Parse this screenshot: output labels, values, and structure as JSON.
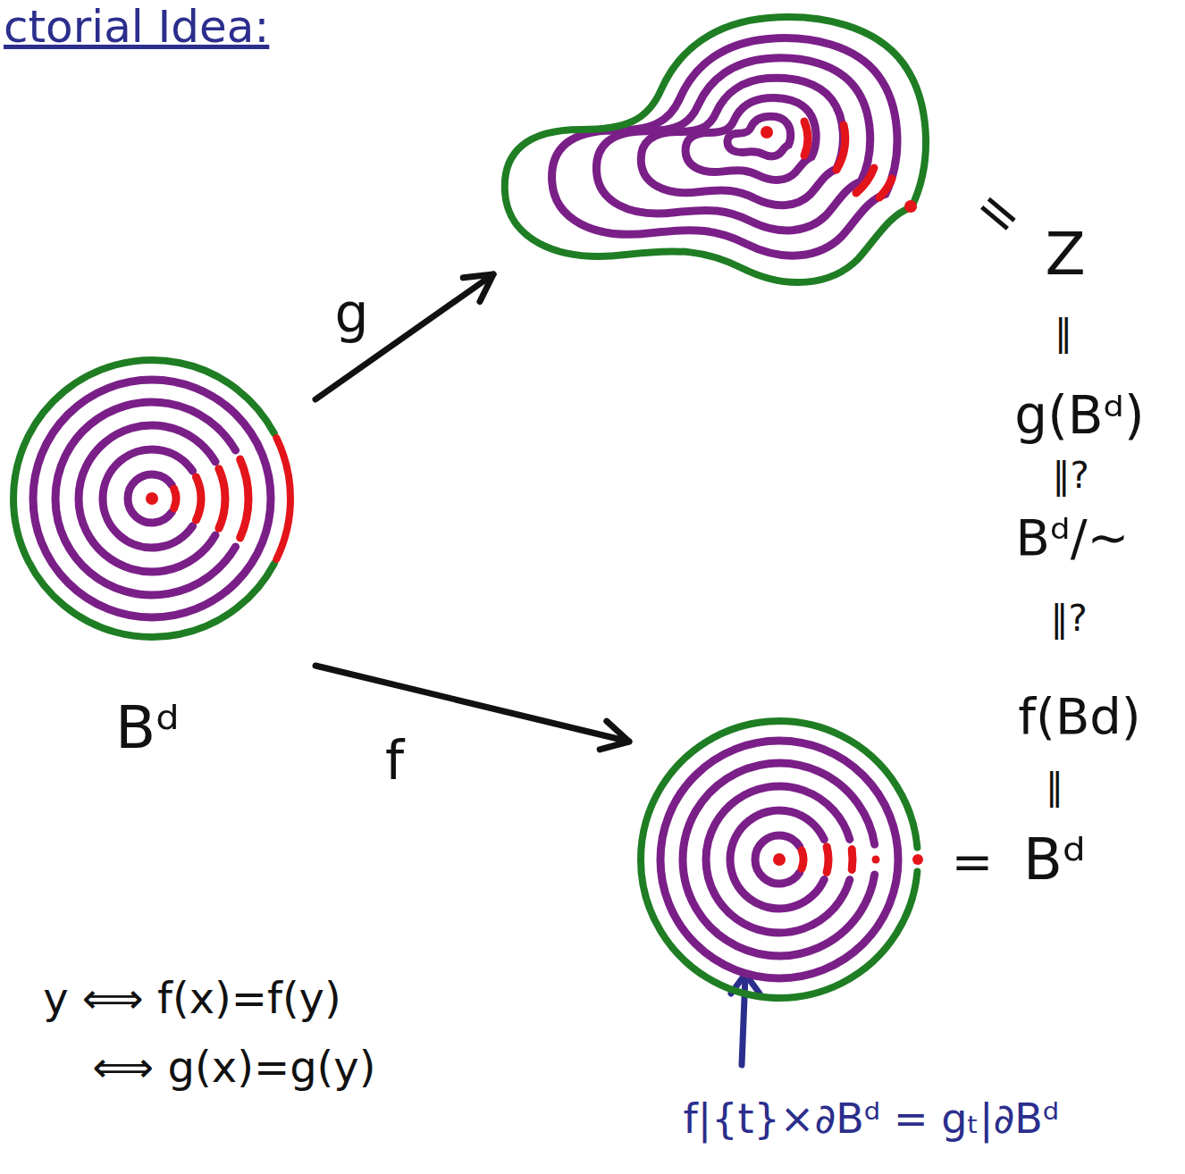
{
  "diagram": {
    "title": "ctorial Idea:",
    "nodes": [
      {
        "text": [
          "Bᵈ"
        ]
      },
      {
        "text": [
          "Z"
        ]
      },
      {
        "text": [
          "Bᵈ"
        ]
      }
    ],
    "edges": [
      {
        "from": 0,
        "to": 1,
        "arrow": "to",
        "label": "g"
      },
      {
        "from": 0,
        "to": 2,
        "arrow": "to",
        "label": "f"
      }
    ],
    "labels": [
      "=",
      "‖",
      "g(Bᵈ)",
      "‖?",
      "Bᵈ/∼",
      "‖?",
      "f(Bd)",
      "‖",
      "=",
      "y ⟺ f(x)=f(y)",
      "⟺ g(x)=g(y)",
      "f|{t}×∂Bᵈ = gₜ|∂Bᵈ"
    ]
  }
}
